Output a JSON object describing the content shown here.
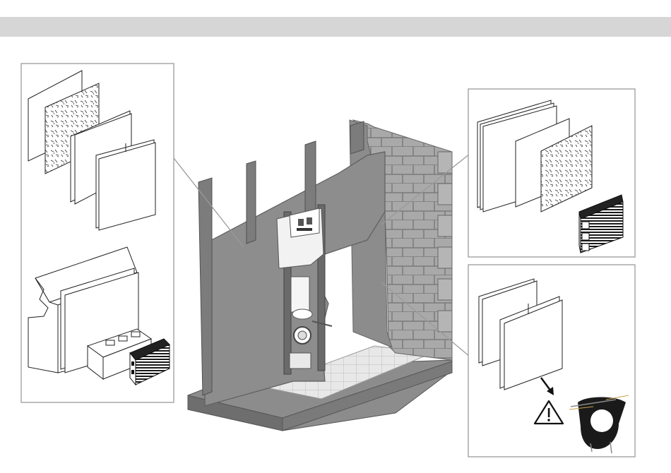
{
  "header": {
    "bar_color": "#d6d6d6"
  },
  "colors": {
    "panel_border": "#9a9a9a",
    "wall_fill": "#8f8f8f",
    "wall_dark": "#6f6f6f",
    "brick_light": "#b0b0b0",
    "brick_mortar": "#7a7a7a",
    "tile_fill": "#e6e6e6",
    "board_fill": "#ffffff",
    "leader_line": "#9a9a9a"
  },
  "panels": [
    {
      "id": "panel-left",
      "depicts": [
        "gypsum-board",
        "fibre-board",
        "sandwich-board",
        "metal-stud-board",
        "cellular-concrete-block",
        "double-board",
        "hollow-clay-block",
        "perforated-brick"
      ]
    },
    {
      "id": "panel-top-right",
      "depicts": [
        "double-board",
        "gypsum-board",
        "fibre-board",
        "perforated-brick"
      ]
    },
    {
      "id": "panel-bottom-right",
      "depicts": [
        "sandwich-board",
        "metal-stud-board",
        "warning-icon",
        "sound-insulation-gasket"
      ]
    }
  ],
  "icons": [
    "warning-icon",
    "down-arrow-icon"
  ]
}
